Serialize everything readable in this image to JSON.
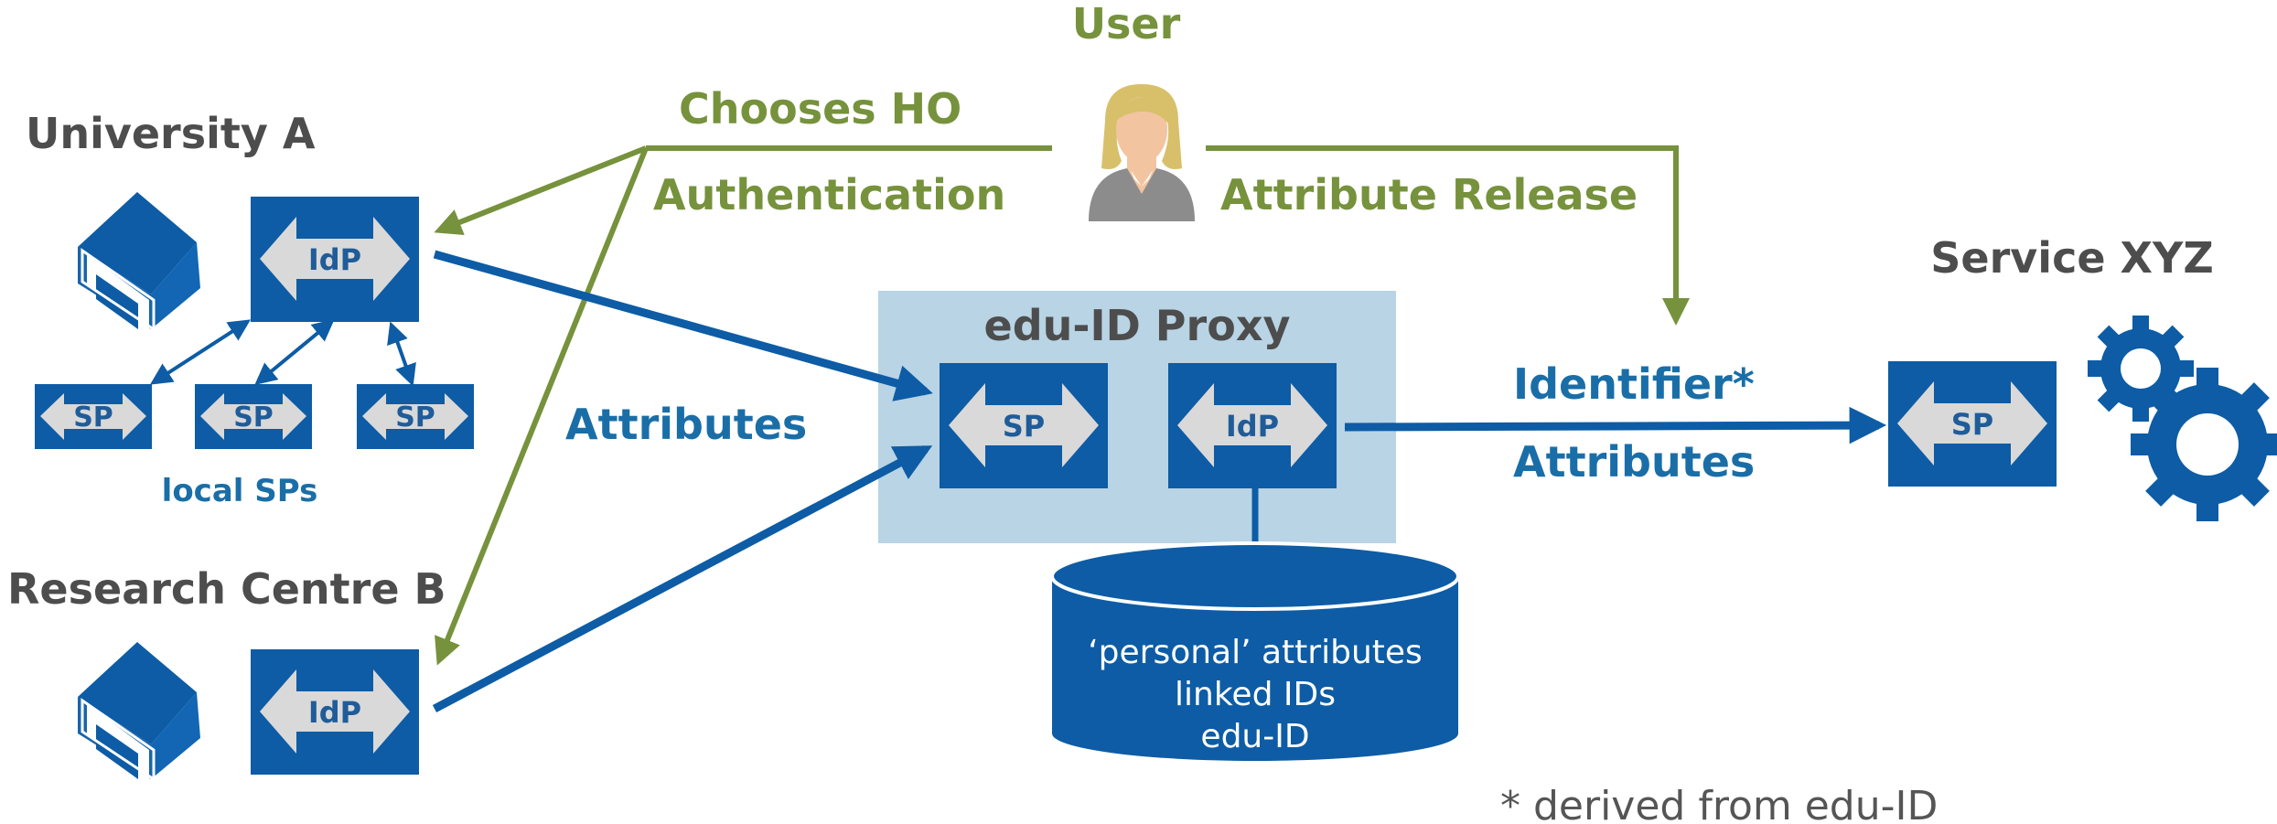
{
  "user": {
    "label": "User"
  },
  "university_a": {
    "label": "University A",
    "idp_label": "IdP"
  },
  "local_sps": {
    "sp_labels": [
      "SP",
      "SP",
      "SP"
    ],
    "caption": "local SPs"
  },
  "research_centre_b": {
    "label": "Research Centre B",
    "idp_label": "IdP"
  },
  "flows": {
    "chooses_ho": "Chooses HO",
    "authentication": "Authentication",
    "attribute_release": "Attribute Release",
    "attributes_left": "Attributes",
    "identifier": "Identifier*",
    "attributes_right": "Attributes"
  },
  "proxy": {
    "title": "edu-ID Proxy",
    "sp_label": "SP",
    "idp_label": "IdP"
  },
  "database": {
    "lines": [
      "‘personal’ attributes",
      "linked IDs",
      "edu-ID"
    ]
  },
  "service": {
    "label": "Service XYZ",
    "sp_label": "SP"
  },
  "footnote": "* derived from edu-ID",
  "colors": {
    "blue": "#0d5ca5",
    "proxy_bg": "#b8d4e5",
    "green": "#76923c",
    "arrow_gray": "#d9d9d9"
  }
}
